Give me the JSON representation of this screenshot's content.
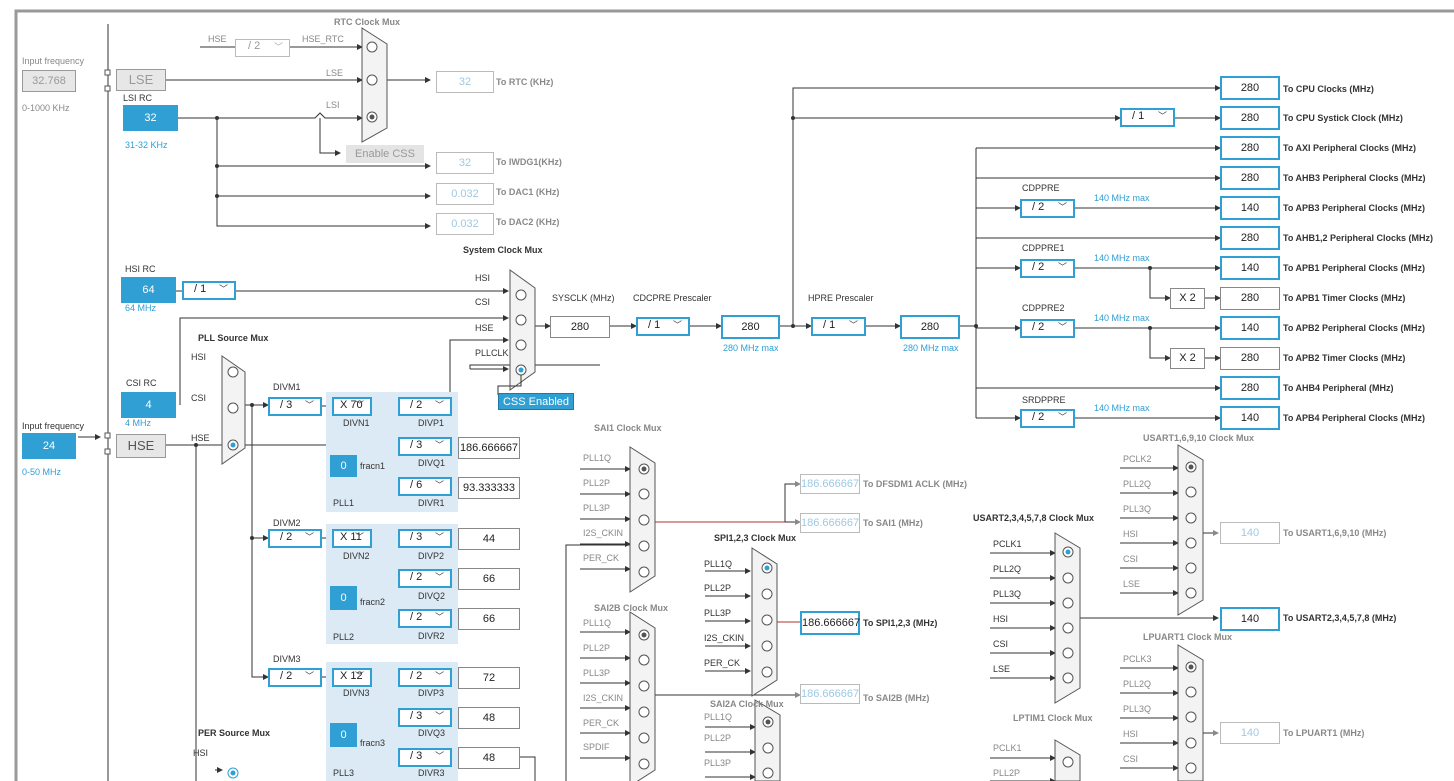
{
  "rtc": {
    "title": "RTC Clock Mux",
    "hse_label": "HSE",
    "hse_div": "/ 2",
    "hse_rtc": "HSE_RTC",
    "lse_label": "LSE",
    "lsi_label": "LSI",
    "out_value": "32",
    "out_label": "To RTC (KHz)",
    "enable_css": "Enable CSS"
  },
  "lse": {
    "input_label": "Input frequency",
    "value": "32.768",
    "range": "0-1000 KHz",
    "name": "LSE"
  },
  "lsi": {
    "name": "LSI RC",
    "value": "32",
    "range": "31-32 KHz"
  },
  "iwdg": {
    "value": "32",
    "label": "To IWDG1(KHz)"
  },
  "dac1": {
    "value": "0.032",
    "label": "To DAC1 (KHz)"
  },
  "dac2": {
    "value": "0.032",
    "label": "To DAC2 (KHz)"
  },
  "hsi": {
    "name": "HSI RC",
    "value": "64",
    "freq": "64 MHz",
    "div": "/ 1"
  },
  "csi": {
    "name": "CSI RC",
    "value": "4",
    "freq": "4 MHz"
  },
  "hse": {
    "input_label": "Input frequency",
    "value": "24",
    "range": "0-50 MHz",
    "name": "HSE"
  },
  "sysmux": {
    "title": "System Clock Mux",
    "hsi": "HSI",
    "csi": "CSI",
    "hse": "HSE",
    "pllclk": "PLLCLK",
    "css_enabled": "CSS Enabled"
  },
  "sysclk": {
    "label": "SYSCLK (MHz)",
    "value": "280"
  },
  "cdcpre": {
    "label": "CDCPRE Prescaler",
    "value": "/ 1",
    "out": "280",
    "max": "280 MHz max"
  },
  "hpre": {
    "label": "HPRE Prescaler",
    "value": "/ 1",
    "out": "280",
    "max": "280 MHz max"
  },
  "pllmux": {
    "title": "PLL Source Mux",
    "hsi": "HSI",
    "csi": "CSI",
    "hse": "HSE"
  },
  "pll1": {
    "divm_label": "DIVM1",
    "divm": "/ 3",
    "divn": "X 70",
    "divn_label": "DIVN1",
    "divp": "/ 2",
    "divp_label": "DIVP1",
    "divq": "/ 3",
    "divq_label": "DIVQ1",
    "divr": "/ 6",
    "divr_label": "DIVR1",
    "fracn": "0",
    "fracn_label": "fracn1",
    "name": "PLL1",
    "q_out": "186.666667",
    "r_out": "93.333333"
  },
  "pll2": {
    "divm_label": "DIVM2",
    "divm": "/ 2",
    "divn": "X 11",
    "divn_label": "DIVN2",
    "divp": "/ 3",
    "divp_label": "DIVP2",
    "divq": "/ 2",
    "divq_label": "DIVQ2",
    "divr": "/ 2",
    "divr_label": "DIVR2",
    "fracn": "0",
    "fracn_label": "fracn2",
    "name": "PLL2",
    "p_out": "44",
    "q_out": "66",
    "r_out": "66"
  },
  "pll3": {
    "divm_label": "DIVM3",
    "divm": "/ 2",
    "divn": "X 12",
    "divn_label": "DIVN3",
    "divp": "/ 2",
    "divp_label": "DIVP3",
    "divq": "/ 3",
    "divq_label": "DIVQ3",
    "divr": "/ 3",
    "divr_label": "DIVR3",
    "fracn": "0",
    "fracn_label": "fracn3",
    "name": "PLL3",
    "p_out": "72",
    "q_out": "48",
    "r_out": "48"
  },
  "per": {
    "title": "PER Source Mux",
    "hsi": "HSI"
  },
  "outputs": {
    "cpu": {
      "value": "280",
      "label": "To CPU Clocks (MHz)"
    },
    "systick_div": "/ 1",
    "systick": {
      "value": "280",
      "label": "To CPU Systick Clock (MHz)"
    },
    "axi": {
      "value": "280",
      "label": "To AXI Peripheral Clocks (MHz)"
    },
    "ahb3": {
      "value": "280",
      "label": "To AHB3 Peripheral Clocks  (MHz)"
    },
    "cdppre_label": "CDPPRE",
    "cdppre": "/ 2",
    "cdppre_max": "140 MHz max",
    "apb3": {
      "value": "140",
      "label": "To APB3 Peripheral Clocks (MHz)"
    },
    "ahb12": {
      "value": "280",
      "label": "To AHB1,2 Peripheral Clocks (MHz)"
    },
    "cdppre1_label": "CDPPRE1",
    "cdppre1": "/ 2",
    "cdppre1_max": "140 MHz max",
    "apb1": {
      "value": "140",
      "label": "To APB1 Peripheral Clocks (MHz)"
    },
    "apb1_timer_mul": "X 2",
    "apb1_timer": {
      "value": "280",
      "label": "To APB1 Timer Clocks (MHz)"
    },
    "cdppre2_label": "CDPPRE2",
    "cdppre2": "/ 2",
    "cdppre2_max": "140 MHz max",
    "apb2": {
      "value": "140",
      "label": "To APB2 Peripheral Clocks (MHz)"
    },
    "apb2_timer_mul": "X 2",
    "apb2_timer": {
      "value": "280",
      "label": "To APB2 Timer Clocks (MHz)"
    },
    "ahb4": {
      "value": "280",
      "label": "To AHB4 Peripheral (MHz)"
    },
    "srdppre_label": "SRDPPRE",
    "srdppre": "/ 2",
    "srdppre_max": "140 MHz max",
    "apb4": {
      "value": "140",
      "label": "To APB4 Peripheral Clocks (MHz)"
    }
  },
  "sai1": {
    "title": "SAI1 Clock Mux",
    "inputs": [
      "PLL1Q",
      "PLL2P",
      "PLL3P",
      "I2S_CKIN",
      "PER_CK"
    ],
    "dfsdm": {
      "value": "186.666667",
      "label": "To DFSDM1 ACLK (MHz)"
    },
    "out": {
      "value": "186.666667",
      "label": "To SAI1 (MHz)"
    }
  },
  "spi123": {
    "title": "SPI1,2,3 Clock Mux",
    "inputs": [
      "PLL1Q",
      "PLL2P",
      "PLL3P",
      "I2S_CKIN",
      "PER_CK"
    ],
    "out": {
      "value": "186.666667",
      "label": "To SPI1,2,3 (MHz)"
    }
  },
  "sai2b": {
    "title": "SAI2B Clock Mux",
    "inputs": [
      "PLL1Q",
      "PLL2P",
      "PLL3P",
      "I2S_CKIN",
      "PER_CK",
      "SPDIF"
    ],
    "out": {
      "value": "186.666667",
      "label": "To SAI2B (MHz)"
    }
  },
  "sai2a": {
    "title": "SAI2A Clock Mux",
    "inputs": [
      "PLL1Q",
      "PLL2P",
      "PLL3P"
    ]
  },
  "usart16": {
    "title": "USART1,6,9,10 Clock Mux",
    "inputs": [
      "PCLK2",
      "PLL2Q",
      "PLL3Q",
      "HSI",
      "CSI",
      "LSE"
    ],
    "out": {
      "value": "140",
      "label": "To USART1,6,9,10 (MHz)"
    }
  },
  "usart2": {
    "title": "USART2,3,4,5,7,8 Clock Mux",
    "inputs": [
      "PCLK1",
      "PLL2Q",
      "PLL3Q",
      "HSI",
      "CSI",
      "LSE"
    ],
    "out": {
      "value": "140",
      "label": "To USART2,3,4,5,7,8 (MHz)"
    }
  },
  "lpuart": {
    "title": "LPUART1 Clock Mux",
    "inputs": [
      "PCLK3",
      "PLL2Q",
      "PLL3Q",
      "HSI",
      "CSI"
    ],
    "out": {
      "value": "140",
      "label": "To LPUART1 (MHz)"
    }
  },
  "lptim": {
    "title": "LPTIM1 Clock Mux",
    "inputs": [
      "PCLK1",
      "PLL2P"
    ]
  }
}
